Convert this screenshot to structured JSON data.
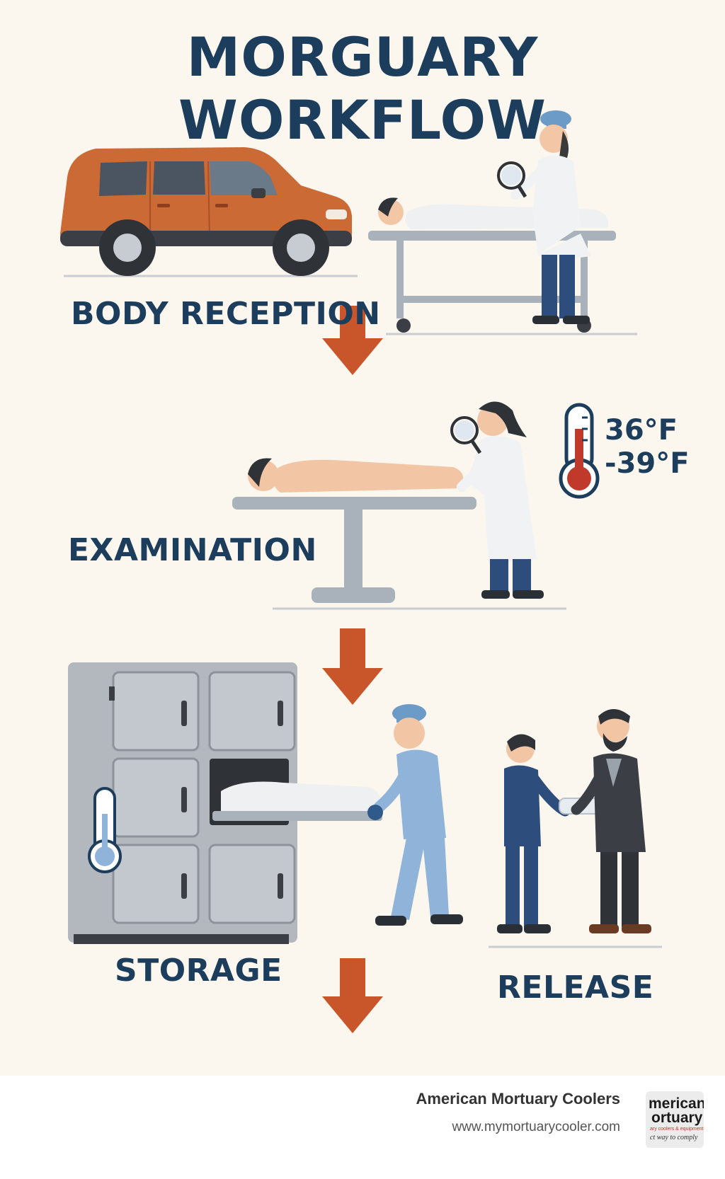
{
  "title": "MORGUARY WORKFLOW",
  "steps": {
    "reception": "BODY RECEPTION",
    "examination": "EXAMINATION",
    "storage": "STORAGE",
    "release": "RELEASE"
  },
  "temperature": {
    "high": "36°F",
    "low": "-39°F"
  },
  "footer": {
    "brand_name": "American Mortuary Coolers",
    "url": "www.mymortuarycooler.com",
    "logo_line1": "merican",
    "logo_line2": "ortuary",
    "logo_line3": "ary coolers & equipment",
    "logo_line4": "ct way to comply"
  },
  "colors": {
    "title": "#1d3d5c",
    "arrow": "#c8562a",
    "vehicle": "#cc6a35",
    "background": "#fbf7ef"
  }
}
